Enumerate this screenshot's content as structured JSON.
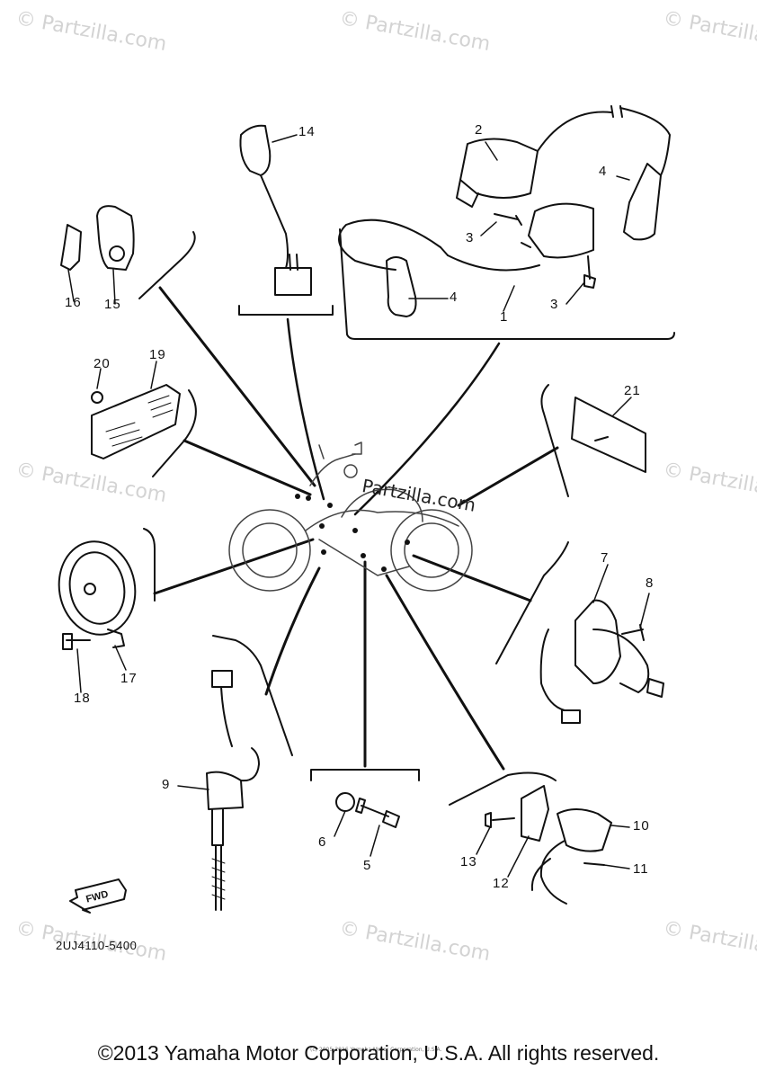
{
  "diagram": {
    "code": "2UJ4110-5400",
    "fwd_label": "FWD",
    "copyright": "©2013 Yamaha Motor Corporation, U.S.A. All rights reserved.",
    "tiny_copyright": "(c) 2005-2016 Yamaha Motor Corporation, U.S.A.",
    "watermark": "© Partzilla.com",
    "center_watermark": "Partzilla.com"
  },
  "callouts": [
    "1",
    "2",
    "3",
    "3",
    "4",
    "4",
    "5",
    "6",
    "7",
    "8",
    "9",
    "10",
    "11",
    "12",
    "13",
    "14",
    "15",
    "16",
    "17",
    "18",
    "19",
    "20",
    "21"
  ]
}
